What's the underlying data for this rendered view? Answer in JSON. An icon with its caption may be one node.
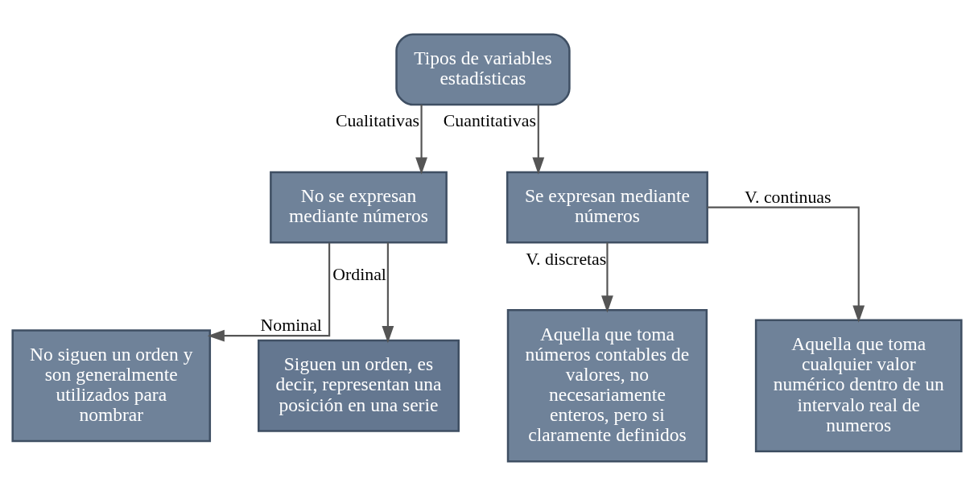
{
  "diagram": {
    "nodes": [
      {
        "text": [
          "Tipos de variables estadísticas"
        ]
      },
      {
        "text": [
          "No se expresan mediante números"
        ]
      },
      {
        "text": [
          "Se expresan mediante números"
        ]
      },
      {
        "text": [
          "No siguen un orden y son generalmente utilizados para nombrar"
        ]
      },
      {
        "text": [
          "Siguen un orden, es decir, representan una posición en una serie"
        ]
      },
      {
        "text": [
          "Aquella que toma números contables de valores, no necesariamente enteros, pero si claramente definidos"
        ]
      },
      {
        "text": [
          "Aquella que toma cualquier valor numérico dentro de un intervalo real de numeros"
        ]
      }
    ],
    "edges": [
      {
        "from": 0,
        "to": 1,
        "arrow": "to",
        "label": "Cualitativas"
      },
      {
        "from": 0,
        "to": 2,
        "arrow": "to",
        "label": "Cuantitativas"
      },
      {
        "from": 1,
        "to": 3,
        "arrow": "to",
        "label": "Nominal"
      },
      {
        "from": 1,
        "to": 4,
        "arrow": "to",
        "label": "Ordinal"
      },
      {
        "from": 2,
        "to": 5,
        "arrow": "to",
        "label": "V. discretas"
      },
      {
        "from": 2,
        "to": 6,
        "arrow": "to",
        "label": "V. continuas"
      }
    ]
  }
}
